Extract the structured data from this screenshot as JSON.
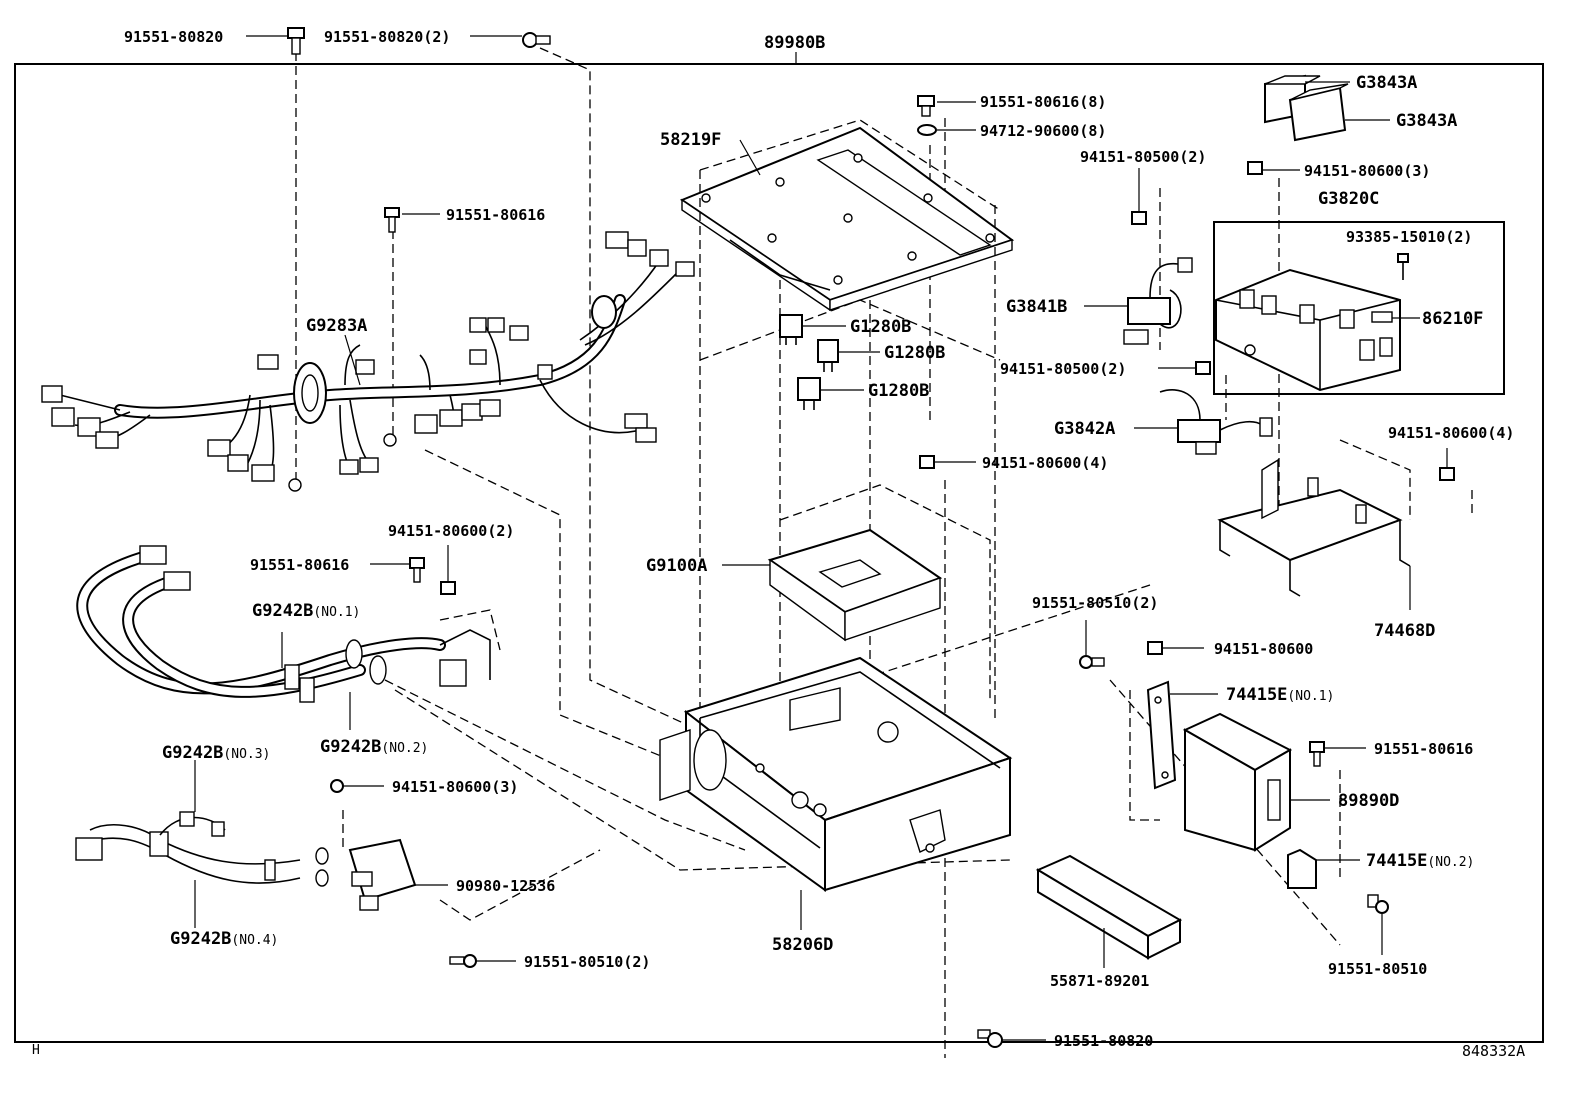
{
  "diagram": {
    "assembly_label": "89980B",
    "footer_left": "H",
    "footer_right": "848332A",
    "callouts": [
      {
        "id": "c1",
        "text": "91551-80820"
      },
      {
        "id": "c2",
        "text": "91551-80820(2)"
      },
      {
        "id": "c3",
        "text": "91551-80616(8)"
      },
      {
        "id": "c4",
        "text": "94712-90600(8)"
      },
      {
        "id": "c5",
        "text": "58219F"
      },
      {
        "id": "c6",
        "text": "94151-80500(2)"
      },
      {
        "id": "c7",
        "text": "94151-80600(3)"
      },
      {
        "id": "c8",
        "text": "G3843A"
      },
      {
        "id": "c9",
        "text": "G3843A"
      },
      {
        "id": "c10",
        "text": "G3820C"
      },
      {
        "id": "c11",
        "text": "93385-15010(2)"
      },
      {
        "id": "c12",
        "text": "86210F"
      },
      {
        "id": "c13",
        "text": "91551-80616"
      },
      {
        "id": "c14",
        "text": "G9283A"
      },
      {
        "id": "c15",
        "text": "G1280B"
      },
      {
        "id": "c16",
        "text": "G1280B"
      },
      {
        "id": "c17",
        "text": "G1280B"
      },
      {
        "id": "c18",
        "text": "G3841B"
      },
      {
        "id": "c19",
        "text": "94151-80500(2)"
      },
      {
        "id": "c20",
        "text": "G3842A"
      },
      {
        "id": "c21",
        "text": "94151-80600(4)"
      },
      {
        "id": "c22",
        "text": "94151-80600(4)"
      },
      {
        "id": "c23",
        "text": "94151-80600(2)"
      },
      {
        "id": "c24",
        "text": "91551-80616"
      },
      {
        "id": "c25",
        "text": "G9100A"
      },
      {
        "id": "c26",
        "text": "G9242B",
        "suffix": "(NO.1)"
      },
      {
        "id": "c27",
        "text": "91551-80510(2)"
      },
      {
        "id": "c28",
        "text": "74468D"
      },
      {
        "id": "c29",
        "text": "94151-80600"
      },
      {
        "id": "c30",
        "text": "74415E",
        "suffix": "(NO.1)"
      },
      {
        "id": "c31",
        "text": "G9242B",
        "suffix": "(NO.2)"
      },
      {
        "id": "c32",
        "text": "G9242B",
        "suffix": "(NO.3)"
      },
      {
        "id": "c33",
        "text": "94151-80600(3)"
      },
      {
        "id": "c34",
        "text": "91551-80616"
      },
      {
        "id": "c35",
        "text": "89890D"
      },
      {
        "id": "c36",
        "text": "90980-12536"
      },
      {
        "id": "c37",
        "text": "74415E",
        "suffix": "(NO.2)"
      },
      {
        "id": "c38",
        "text": "58206D"
      },
      {
        "id": "c39",
        "text": "G9242B",
        "suffix": "(NO.4)"
      },
      {
        "id": "c40",
        "text": "91551-80510(2)"
      },
      {
        "id": "c41",
        "text": "55871-89201"
      },
      {
        "id": "c42",
        "text": "91551-80510"
      },
      {
        "id": "c43",
        "text": "91551-80820"
      }
    ]
  }
}
